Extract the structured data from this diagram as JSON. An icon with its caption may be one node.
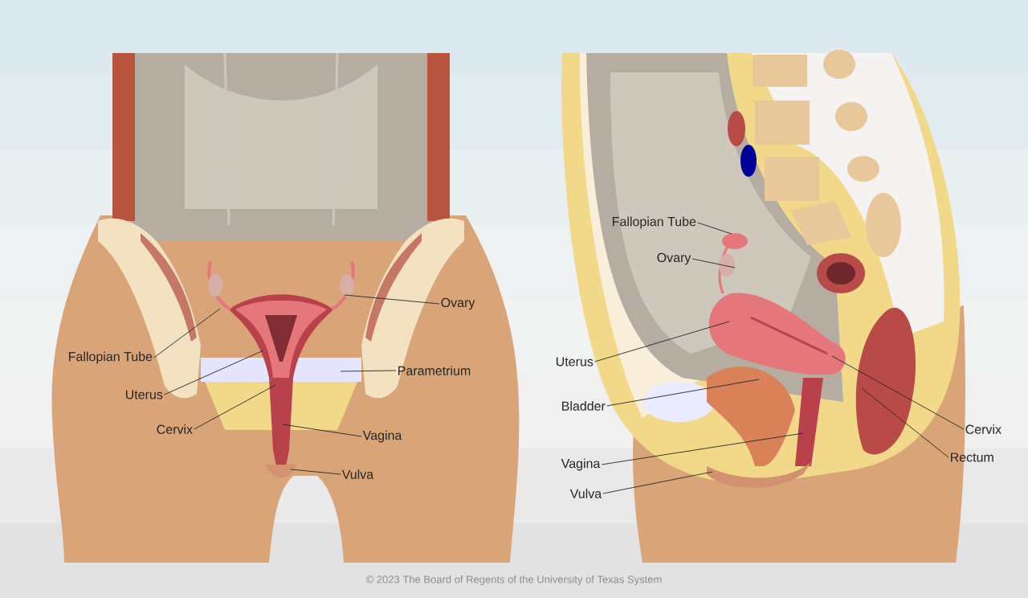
{
  "diagram": {
    "nodes": [
      {
        "text": [
          "Ovary"
        ]
      },
      {
        "text": [
          "Fallopian Tube"
        ]
      },
      {
        "text": [
          "Parametrium"
        ]
      },
      {
        "text": [
          "Uterus"
        ]
      },
      {
        "text": [
          "Cervix"
        ]
      },
      {
        "text": [
          "Vagina"
        ]
      },
      {
        "text": [
          "Vulva"
        ]
      },
      {
        "text": [
          "Fallopian Tube"
        ]
      },
      {
        "text": [
          "Ovary"
        ]
      },
      {
        "text": [
          "Uterus"
        ]
      },
      {
        "text": [
          "Bladder"
        ]
      },
      {
        "text": [
          "Cervix"
        ]
      },
      {
        "text": [
          "Rectum"
        ]
      },
      {
        "text": [
          "Vagina"
        ]
      },
      {
        "text": [
          "Vulva"
        ]
      }
    ],
    "edges": [
      {
        "from": 0,
        "to": null,
        "arrow": "none"
      },
      {
        "from": 1,
        "to": null,
        "arrow": "none"
      },
      {
        "from": 2,
        "to": null,
        "arrow": "none"
      },
      {
        "from": 3,
        "to": null,
        "arrow": "none"
      },
      {
        "from": 4,
        "to": null,
        "arrow": "none"
      },
      {
        "from": 5,
        "to": null,
        "arrow": "none"
      },
      {
        "from": 6,
        "to": null,
        "arrow": "none"
      },
      {
        "from": 7,
        "to": null,
        "arrow": "none"
      },
      {
        "from": 8,
        "to": null,
        "arrow": "none"
      },
      {
        "from": 9,
        "to": null,
        "arrow": "none"
      },
      {
        "from": 10,
        "to": null,
        "arrow": "none"
      },
      {
        "from": 11,
        "to": null,
        "arrow": "none"
      },
      {
        "from": 12,
        "to": null,
        "arrow": "none"
      },
      {
        "from": 13,
        "to": null,
        "arrow": "none"
      },
      {
        "from": 14,
        "to": null,
        "arrow": "none"
      }
    ],
    "labels": [
      "© 2023 The Board of Regents of the University of Texas System"
    ]
  }
}
